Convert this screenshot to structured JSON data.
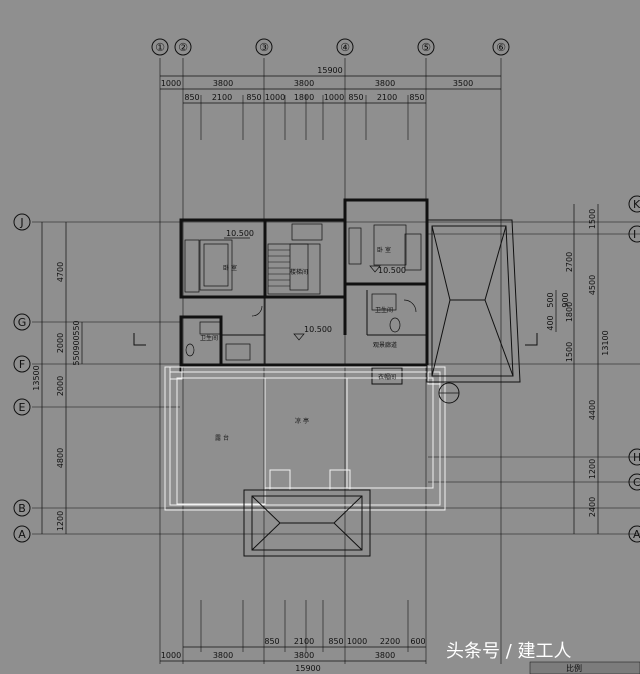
{
  "axes_top": [
    "①",
    "②",
    "③",
    "④",
    "⑤",
    "⑥"
  ],
  "axes_left": [
    "J",
    "G",
    "F",
    "E",
    "B",
    "A"
  ],
  "axes_right": [
    "K",
    "I",
    "H",
    "C",
    "A"
  ],
  "dims_top": {
    "total": "15900",
    "row1": [
      "1000",
      "3800",
      "3800",
      "3800",
      "3500"
    ],
    "row2": [
      "850",
      "2100",
      "850",
      "1000",
      "1800",
      "1000",
      "850",
      "2100",
      "850"
    ]
  },
  "dims_bottom": {
    "total": "15900",
    "row1": [
      "1000",
      "3800",
      "3800",
      "3800"
    ],
    "row2": [
      "850",
      "2100",
      "850",
      "1000",
      "2200",
      "600"
    ]
  },
  "dims_left": {
    "total": "13500",
    "outer": [
      "4700",
      "2000",
      "2000",
      "4800",
      "1200"
    ],
    "inner": [
      "550",
      "900",
      "550"
    ]
  },
  "dims_right": {
    "total": "13100",
    "outer": [
      "1500",
      "2700",
      "4500",
      "1500",
      "4400",
      "1200",
      "2400"
    ],
    "inner": [
      "500",
      "900",
      "400",
      "1800"
    ]
  },
  "rooms": {
    "bedroom1": "卧 室",
    "bedroom2": "卧 室",
    "stair": "楼梯间",
    "bath1": "卫生间",
    "bath2": "卫生间",
    "corridor": "观景廊道",
    "terrace": "露 台",
    "pavilion": "凉 亭",
    "closet": "衣帽间"
  },
  "elevations": [
    "10.500",
    "10.500",
    "10.500"
  ],
  "corner_note": "比例",
  "watermark": "头条号 / 建工人"
}
